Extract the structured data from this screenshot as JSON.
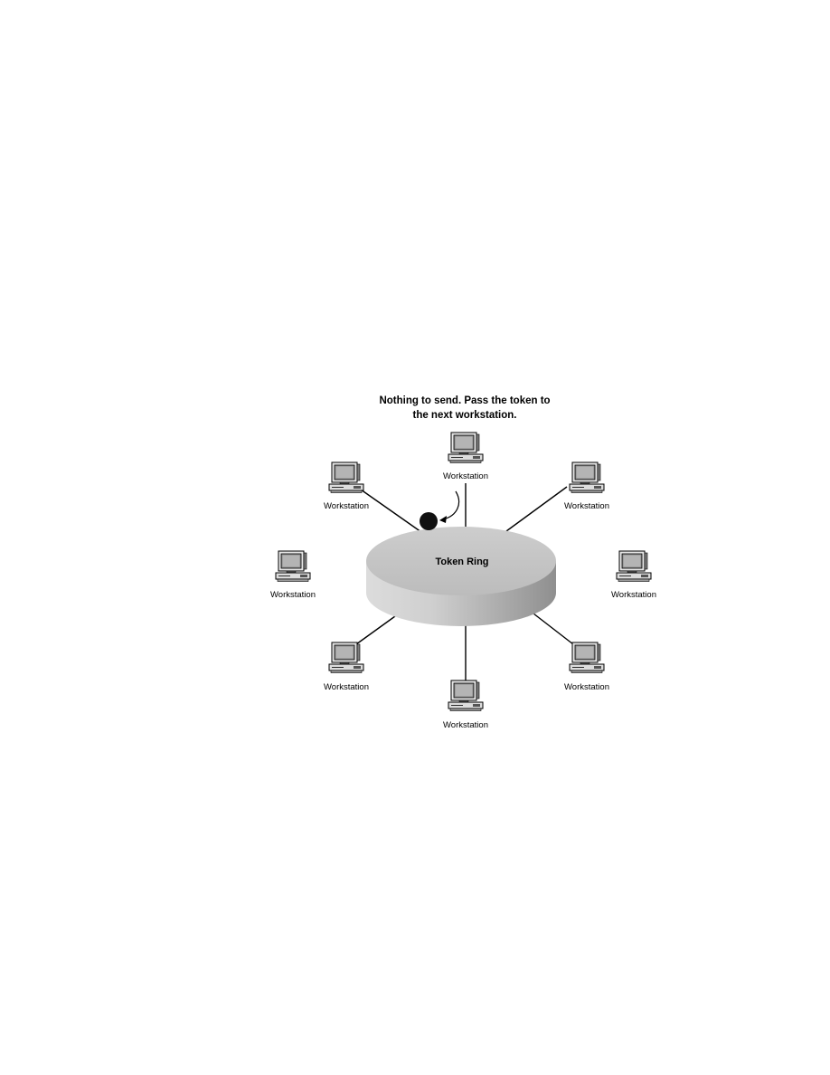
{
  "caption": {
    "line1": "Nothing to send. Pass the token to",
    "line2": "the next workstation."
  },
  "ring": {
    "label": "Token Ring",
    "top_color": "#c6c6c6",
    "side_color": "#a9a9a9"
  },
  "token": {
    "color": "#111111"
  },
  "workstations": [
    {
      "label": "Workstation"
    },
    {
      "label": "Workstation"
    },
    {
      "label": "Workstation"
    },
    {
      "label": "Workstation"
    },
    {
      "label": "Workstation"
    },
    {
      "label": "Workstation"
    },
    {
      "label": "Workstation"
    },
    {
      "label": "Workstation"
    }
  ],
  "icons": {
    "workstation": "computer-icon",
    "token": "token-circle",
    "arrow": "curved-arrow-icon"
  }
}
